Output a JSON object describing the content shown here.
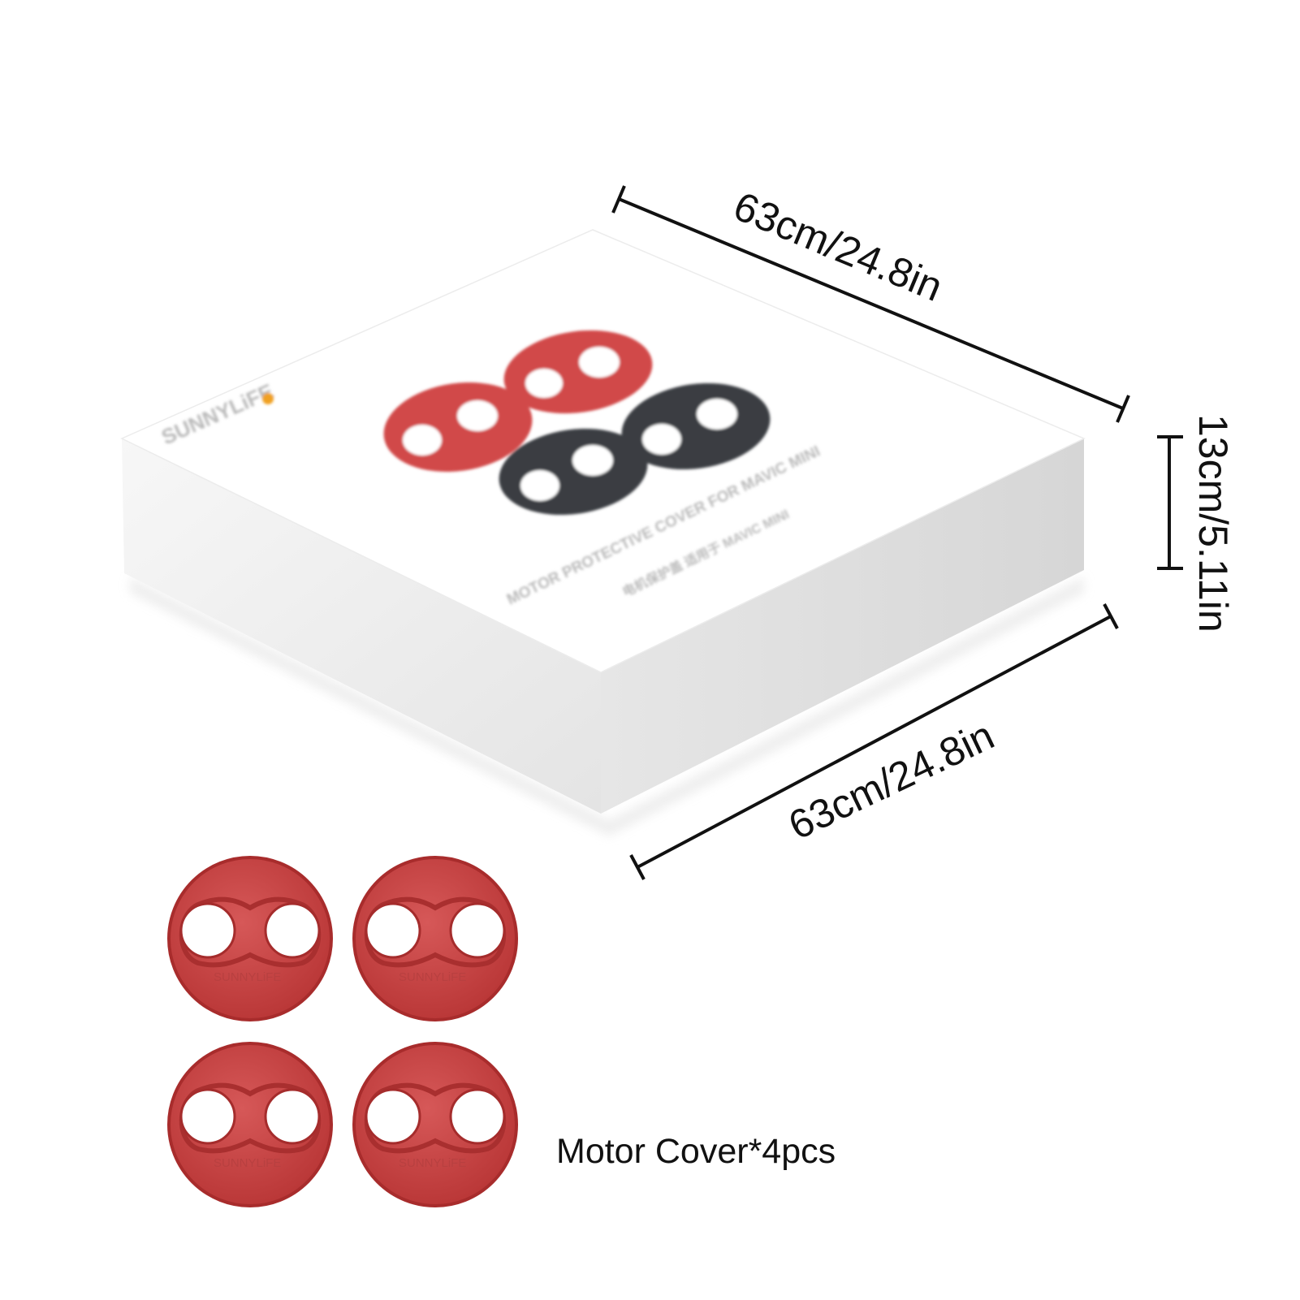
{
  "product": {
    "box": {
      "brand_logo": "SUNNYLiFE",
      "product_line_en": "MOTOR PROTECTIVE COVER FOR MAVIC MINI",
      "product_line_zh": "电机保护盖 适用于 MAVIC MINI"
    },
    "dimensions": {
      "length_label": "63cm/24.8in",
      "width_label": "63cm/24.8in",
      "height_label": "13cm/5.11in"
    },
    "contents": {
      "caption": "Motor Cover*4pcs",
      "cover_brand": "SUNNYLiFE",
      "quantity": 4
    },
    "colors": {
      "red_cover": "#c94545",
      "red_cover_edge": "#b23232",
      "dark_cover": "#3a3d40",
      "box_top": "#ffffff",
      "box_side_light": "#efefef",
      "box_side_dark": "#d8d8d8",
      "logo_accent": "#f0a020"
    },
    "icons": [
      "motor-cover-icon"
    ]
  }
}
